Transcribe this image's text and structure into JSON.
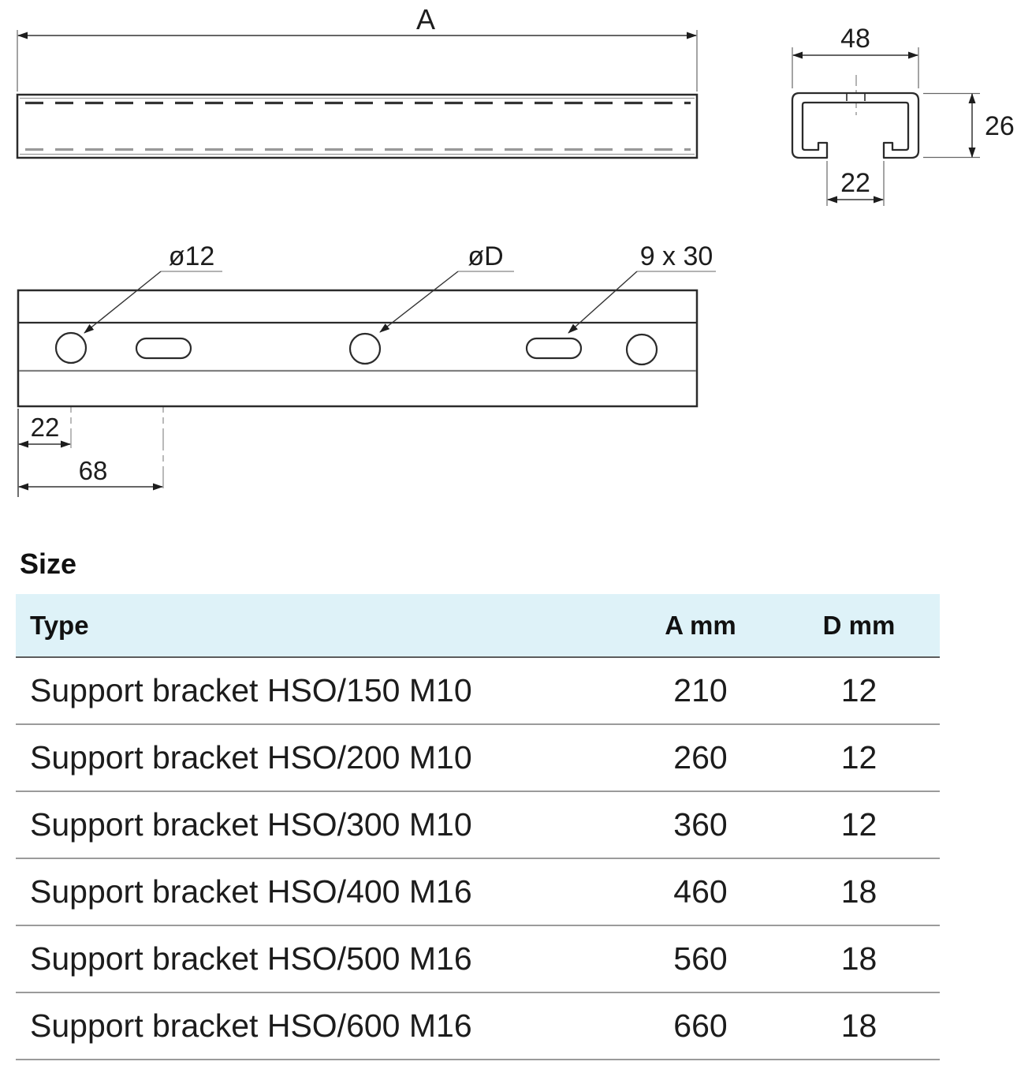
{
  "drawing": {
    "side_view": {
      "length_label": "A"
    },
    "cross_section": {
      "width_label": "48",
      "height_label": "26",
      "slot_width_label": "22"
    },
    "top_view": {
      "hole_diameter_label": "ø12",
      "hole_d_label": "øD",
      "slot_size_label": "9 x 30",
      "end_offset_label": "22",
      "slot_pitch_label": "68"
    }
  },
  "size_section": {
    "heading": "Size",
    "table": {
      "headers": {
        "type": "Type",
        "a": "A mm",
        "d": "D mm"
      },
      "rows": [
        {
          "type": "Support bracket HSO/150 M10",
          "a": "210",
          "d": "12"
        },
        {
          "type": "Support bracket HSO/200 M10",
          "a": "260",
          "d": "12"
        },
        {
          "type": "Support bracket HSO/300 M10",
          "a": "360",
          "d": "12"
        },
        {
          "type": "Support bracket HSO/400 M16",
          "a": "460",
          "d": "18"
        },
        {
          "type": "Support bracket HSO/500 M16",
          "a": "560",
          "d": "18"
        },
        {
          "type": "Support bracket HSO/600 M16",
          "a": "660",
          "d": "18"
        }
      ]
    }
  },
  "colors": {
    "header_bg": "#def2f8",
    "row_border": "#9b9b9b",
    "line_dark": "#2b2b2b",
    "line_gray": "#888888"
  }
}
